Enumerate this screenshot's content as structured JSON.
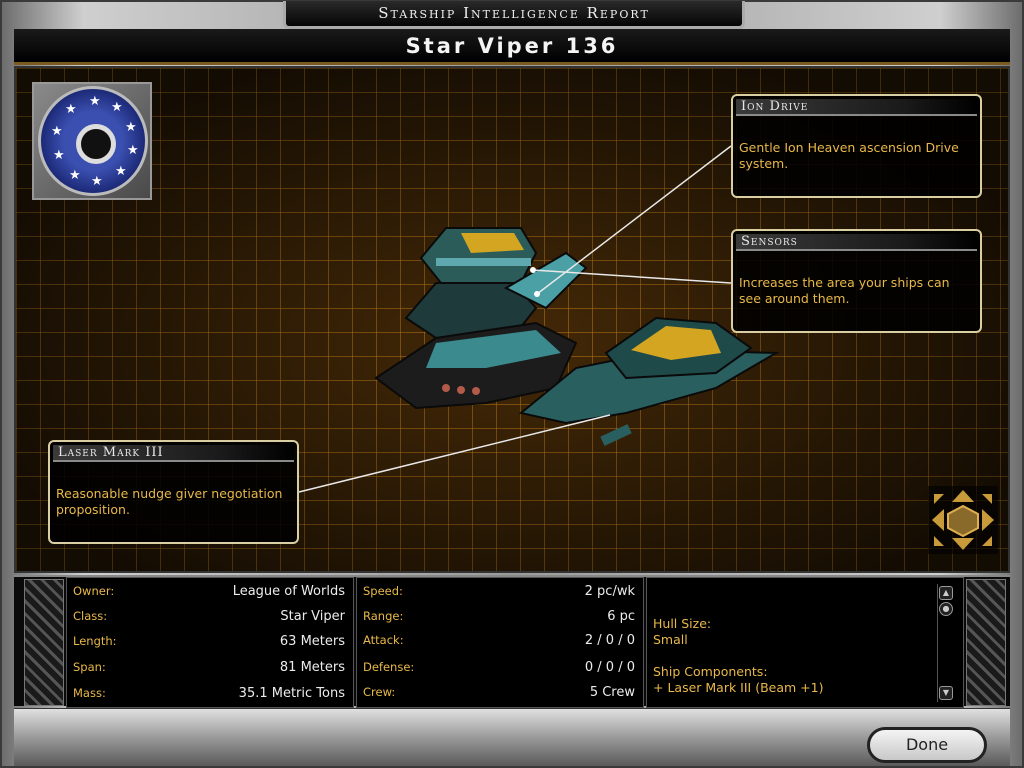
{
  "header": {
    "report_title": "Starship Intelligence Report",
    "ship_name": "Star Viper 136"
  },
  "callouts": [
    {
      "title": "Ion Drive",
      "text": "Gentle Ion Heaven ascension Drive system."
    },
    {
      "title": "Sensors",
      "text": "Increases the area your ships can see around them."
    },
    {
      "title": "Laser Mark III",
      "text": "Reasonable nudge giver negotiation proposition."
    }
  ],
  "stats_left": [
    {
      "label": "Owner:",
      "value": "League of Worlds"
    },
    {
      "label": "Class:",
      "value": "Star Viper"
    },
    {
      "label": "Length:",
      "value": "63 Meters"
    },
    {
      "label": "Span:",
      "value": "81 Meters"
    },
    {
      "label": "Mass:",
      "value": "35.1 Metric Tons"
    }
  ],
  "stats_mid": [
    {
      "label": "Speed:",
      "value": "2 pc/wk"
    },
    {
      "label": "Range:",
      "value": "6 pc"
    },
    {
      "label": "Attack:",
      "value": "2 / 0 / 0"
    },
    {
      "label": "Defense:",
      "value": "0 / 0 / 0"
    },
    {
      "label": "Crew:",
      "value": "5 Crew"
    }
  ],
  "info": {
    "hull_label": "Hull Size:",
    "hull_value": "Small",
    "components_label": "Ship Components:",
    "components_value": "+ Laser Mark III (Beam +1)"
  },
  "emblem_icon": "star-ring-emblem-icon",
  "nav_icon": "camera-rotate-pad-icon",
  "buttons": {
    "done": "Done"
  },
  "colors": {
    "accent_text": "#e8b84a",
    "grid": "#e6961e",
    "emblem_blue": "#2a3c9a"
  }
}
